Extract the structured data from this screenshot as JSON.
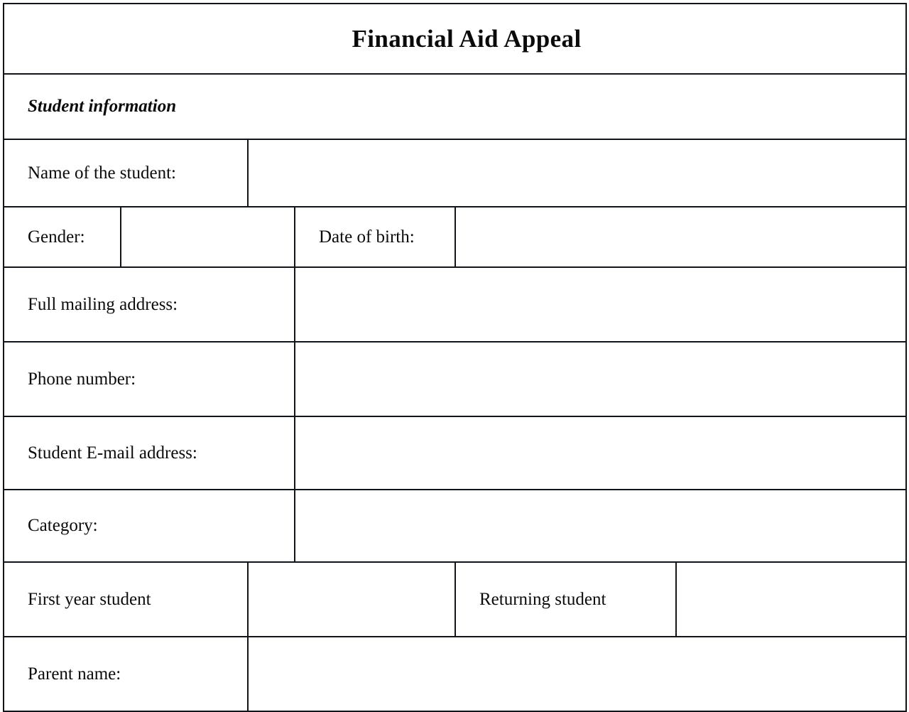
{
  "document": {
    "title": "Financial Aid Appeal",
    "section_heading": "Student information"
  },
  "colors": {
    "header_band": "#95b3d7",
    "label_fill": "#c2d2e9",
    "blank_fill": "#ffffff",
    "border": "#111418",
    "text": "#0a0a0a"
  },
  "fields": {
    "name_of_student": "Name of the student:",
    "gender": "Gender:",
    "date_of_birth": "Date of birth:",
    "full_mailing_address": "Full mailing address:",
    "phone_number": "Phone number:",
    "student_email_address": "Student E-mail address:",
    "category": "Category:",
    "first_year_student": "First year student",
    "returning_student": "Returning student",
    "parent_name": "Parent name:"
  },
  "values": {
    "name_of_student": "",
    "gender": "",
    "date_of_birth": "",
    "full_mailing_address": "",
    "phone_number": "",
    "student_email_address": "",
    "category": "",
    "first_year_student_check": "",
    "returning_student_check": "",
    "parent_name": ""
  }
}
